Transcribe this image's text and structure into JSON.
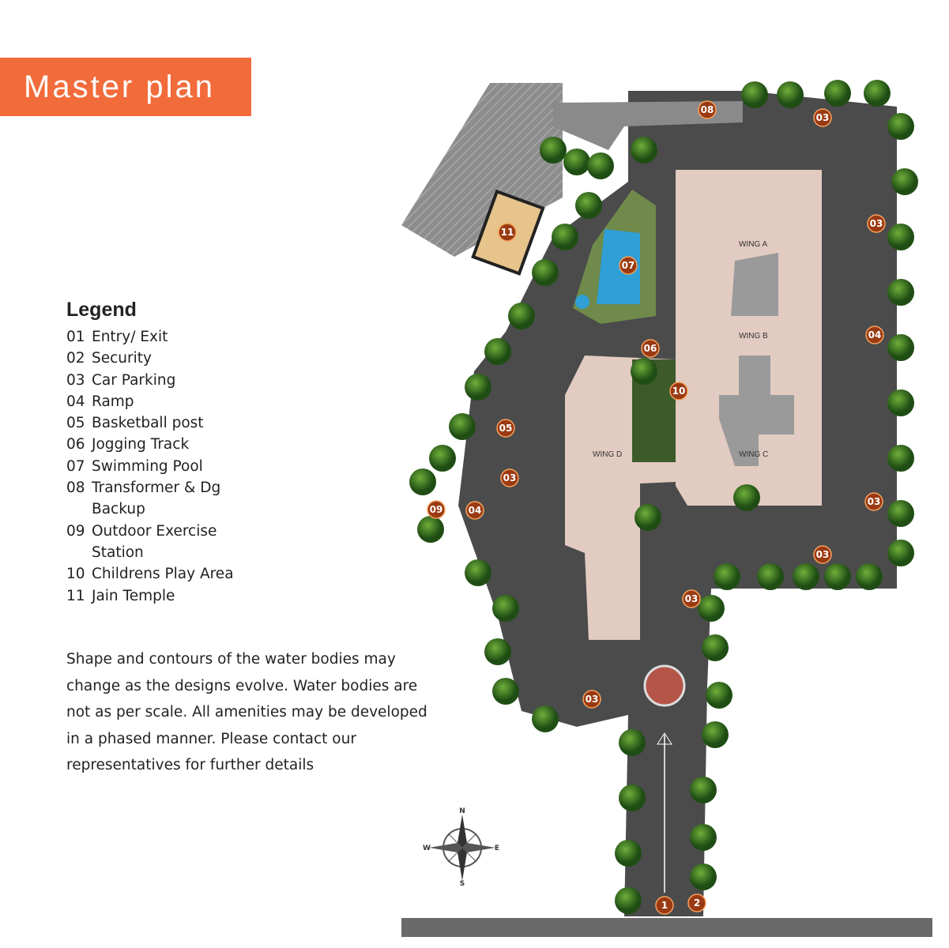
{
  "title": "Master plan",
  "legend": {
    "heading": "Legend",
    "items": [
      {
        "num": "01",
        "label": "Entry/ Exit"
      },
      {
        "num": "02",
        "label": "Security"
      },
      {
        "num": "03",
        "label": "Car Parking"
      },
      {
        "num": "04",
        "label": "Ramp"
      },
      {
        "num": "05",
        "label": "Basketball post"
      },
      {
        "num": "06",
        "label": "Jogging Track"
      },
      {
        "num": "07",
        "label": "Swimming Pool"
      },
      {
        "num": "08",
        "label": "Transformer & Dg Backup"
      },
      {
        "num": "09",
        "label": "Outdoor Exercise Station"
      },
      {
        "num": "10",
        "label": "Childrens Play Area"
      },
      {
        "num": "11",
        "label": "Jain Temple"
      }
    ]
  },
  "note": "Shape and contours of the water bodies may change as the designs evolve. Water bodies are not as per scale. All amenities may be developed in a phased manner. Please contact our representatives for further details",
  "wings": {
    "a": "WING A",
    "b": "WING B",
    "c": "WING C",
    "d": "WING D"
  },
  "markers": [
    "08",
    "03",
    "11",
    "03",
    "07",
    "04",
    "06",
    "10",
    "05",
    "03",
    "09",
    "04",
    "03",
    "03",
    "03",
    "03",
    "1",
    "2"
  ],
  "compass": {
    "n": "N",
    "s": "S",
    "e": "E",
    "w": "W"
  },
  "colors": {
    "accent": "#f26b3a",
    "marker": "#9a3a12",
    "road": "#4b4b4b",
    "building": "#e2cbc1",
    "pool": "#2f9fd6",
    "tree": "#2f6b1f"
  }
}
